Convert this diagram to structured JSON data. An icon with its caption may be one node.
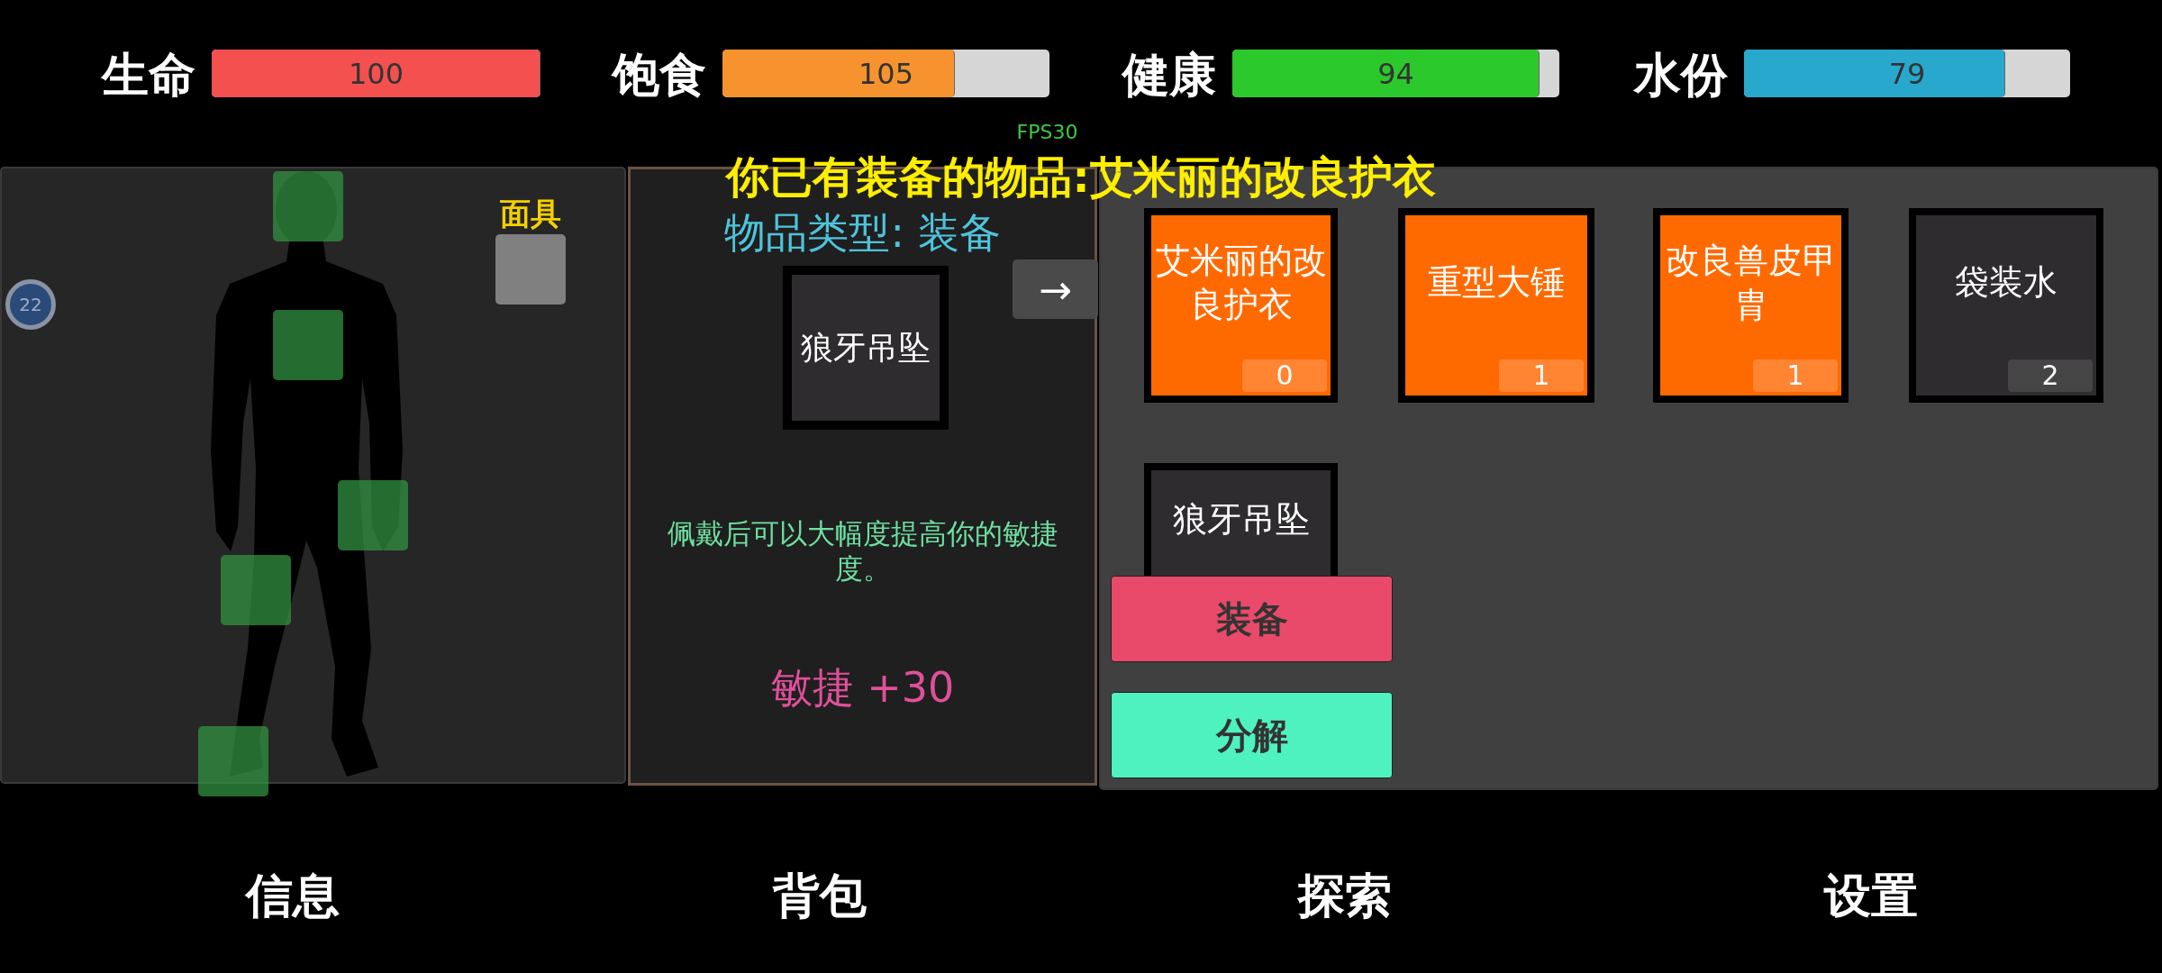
{
  "diagram": {
    "nodes": [
      {
        "text": [
          "100"
        ],
        "beside": [
          "生命"
        ]
      },
      {
        "text": [
          "105"
        ],
        "beside": [
          "饱食"
        ]
      },
      {
        "text": [
          "94"
        ],
        "beside": [
          "健康"
        ]
      },
      {
        "text": [
          "79"
        ],
        "beside": [
          "水份"
        ]
      },
      {
        "text": [],
        "shape": "box"
      },
      {
        "text": [
          "22"
        ],
        "in": 4
      },
      {
        "text": [
          "面具"
        ],
        "in": 4
      },
      {
        "text": [],
        "shape": "box",
        "in": 4
      },
      {
        "text": [],
        "shape": "box",
        "in": 4
      },
      {
        "text": [],
        "shape": "box",
        "in": 4
      },
      {
        "text": [],
        "shape": "box",
        "in": 4
      },
      {
        "text": [],
        "shape": "box",
        "in": 4
      },
      {
        "text": [
          "物品类型: 装备",
          "佩戴后可以大幅度提高你的敏捷度。",
          "敏捷 +30"
        ]
      },
      {
        "text": [
          "狼牙吊坠"
        ],
        "in": 12
      },
      {
        "text": [
          "→"
        ],
        "in": 12
      },
      {
        "text": [],
        "shape": "box"
      },
      {
        "text": [
          "艾米丽的改良护衣",
          "0"
        ],
        "in": 15
      },
      {
        "text": [
          "重型大锤",
          "1"
        ],
        "in": 15
      },
      {
        "text": [
          "改良兽皮甲胄",
          "1"
        ],
        "in": 15
      },
      {
        "text": [
          "袋装水",
          "2"
        ],
        "in": 15
      },
      {
        "text": [
          "狼牙吊坠"
        ],
        "in": 15
      },
      {
        "text": [
          "装备"
        ],
        "in": 15
      },
      {
        "text": [
          "分解"
        ],
        "in": 15
      },
      {
        "text": [
          "信息"
        ]
      },
      {
        "text": [
          "背包"
        ]
      },
      {
        "text": [
          "探索"
        ]
      },
      {
        "text": [
          "设置"
        ]
      }
    ],
    "labels": [
      "FPS30",
      "你已有装备的物品:艾米丽的改良护衣"
    ]
  }
}
